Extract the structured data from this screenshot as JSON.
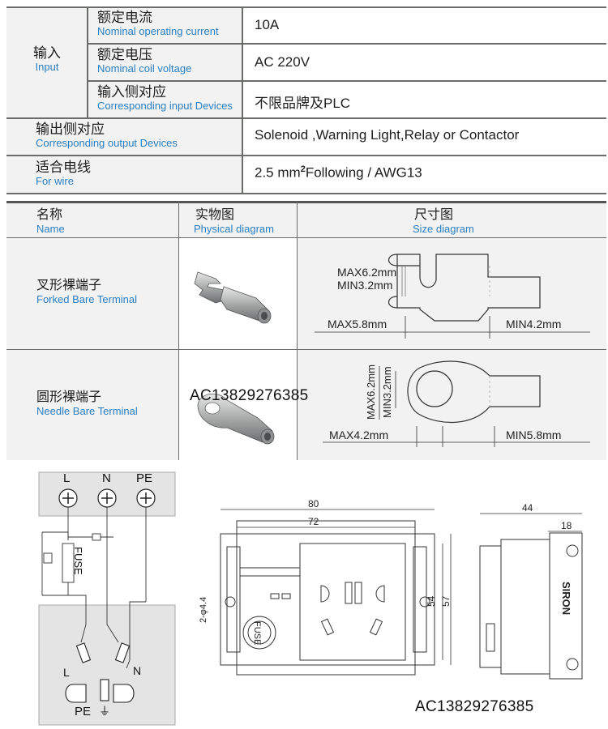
{
  "spec_table": {
    "input_group": {
      "cn": "输入",
      "en": "Input"
    },
    "rows": [
      {
        "cn": "额定电流",
        "en": "Nominal operating current",
        "value": "10A"
      },
      {
        "cn": "额定电压",
        "en": "Nominal coil voltage",
        "value": "AC 220V"
      },
      {
        "cn": "输入侧对应",
        "en": "Corresponding input Devices",
        "value": "不限品牌及PLC"
      },
      {
        "cn": "输出侧对应",
        "en": "Corresponding output Devices",
        "value": "Solenoid ,Warning Light,Relay or Contactor"
      },
      {
        "cn": "适合电线",
        "en": "For wire",
        "value_pre": "2.5 mm",
        "value_sup": "2",
        "value_post": "Following / AWG13"
      }
    ]
  },
  "terminal_table": {
    "headers": [
      {
        "cn": "名称",
        "en": "Name"
      },
      {
        "cn": "实物图",
        "en": "Physical diagram"
      },
      {
        "cn": "尺寸图",
        "en": "Size diagram"
      }
    ],
    "rows": [
      {
        "cn": "叉形裸端子",
        "en": "Forked Bare Terminal",
        "dims": {
          "max_inner": "MAX6.2mm",
          "min_inner": "MIN3.2mm",
          "max_bottom": "MAX5.8mm",
          "min_bottom": "MIN4.2mm"
        }
      },
      {
        "cn": "圆形裸端子",
        "en": "Needle Bare Terminal",
        "dims": {
          "max_inner": "MAX6.2mm",
          "min_inner": "MIN3.2mm",
          "max_bottom": "MAX4.2mm",
          "min_bottom": "MIN5.8mm"
        }
      }
    ]
  },
  "watermark": "AC13829276385",
  "wiring": {
    "terminals": [
      "L",
      "N",
      "PE"
    ],
    "fuse": "FUSE",
    "outlet_l": "L",
    "outlet_n": "N",
    "outlet_pe": "PE",
    "ground_symbol": "⏚"
  },
  "front_view": {
    "width_outer": "80",
    "width_inner": "72",
    "height_inner": "54",
    "height_outer": "57",
    "hole": "2-φ4.4",
    "fuse_label": "FUSE"
  },
  "side_view": {
    "depth_total": "44",
    "depth_part": "18",
    "brand": "SIRON"
  }
}
